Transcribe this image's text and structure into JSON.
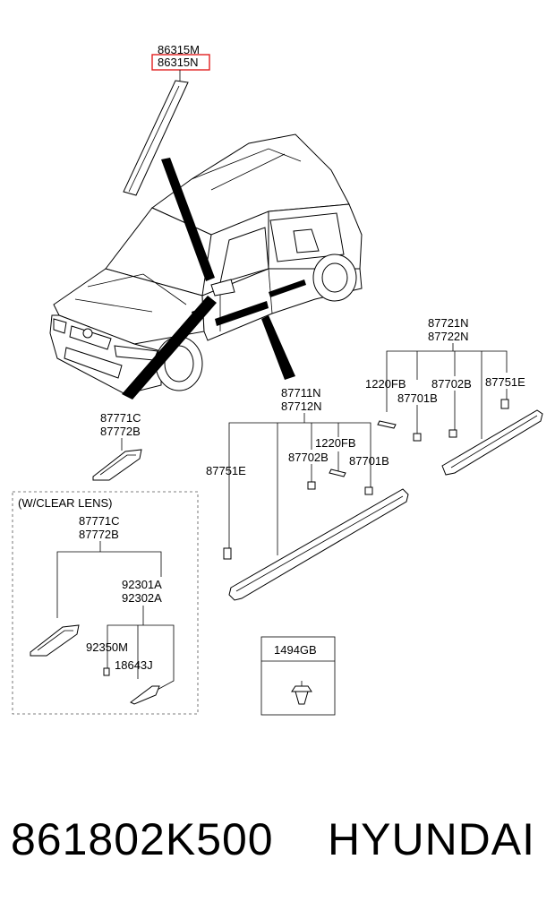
{
  "labels": {
    "top_pillar_1": "86315M",
    "top_pillar_2": "86315N",
    "rear_group_1": "87721N",
    "rear_group_2": "87722N",
    "rear_bolt": "1220FB",
    "rear_clip_b": "87701B",
    "rear_clip_a": "87702B",
    "rear_end_clip": "87751E",
    "front_group_1": "87711N",
    "front_group_2": "87712N",
    "front_bolt": "1220FB",
    "front_clip_a": "87702B",
    "front_clip_b": "87701B",
    "front_end_clip": "87751E",
    "repeater_1": "87771C",
    "repeater_2": "87772B",
    "clear_lens_header": "(W/CLEAR LENS)",
    "clear_repeater_1": "87771C",
    "clear_repeater_2": "87772B",
    "lamp_1": "92301A",
    "lamp_2": "92302A",
    "socket": "92350M",
    "bulb": "18643J",
    "clip_box": "1494GB"
  },
  "highlight_color": "#e02020",
  "footer": {
    "part_number": "861802K500",
    "brand": "HYUNDAI"
  }
}
